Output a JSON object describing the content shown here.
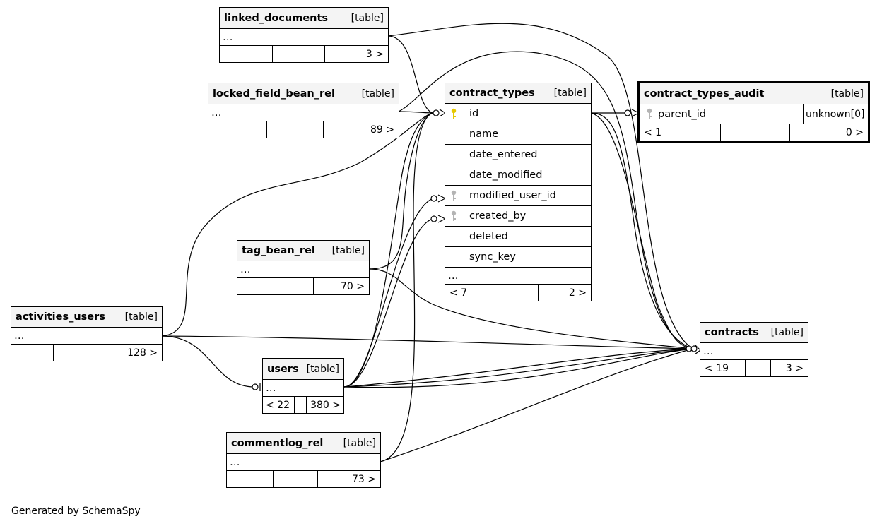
{
  "footer_note": "Generated by SchemaSpy",
  "tables": {
    "linked_documents": {
      "name": "linked_documents",
      "kind": "[table]",
      "ellipsis": "…",
      "parents": "",
      "children": "3 >"
    },
    "locked_field_bean_rel": {
      "name": "locked_field_bean_rel",
      "kind": "[table]",
      "ellipsis": "…",
      "parents": "",
      "children": "89 >"
    },
    "contract_types": {
      "name": "contract_types",
      "kind": "[table]",
      "columns": [
        "id",
        "name",
        "date_entered",
        "date_modified",
        "modified_user_id",
        "created_by",
        "deleted",
        "sync_key"
      ],
      "ellipsis": "…",
      "parents": "< 7",
      "children": "2 >"
    },
    "contract_types_audit": {
      "name": "contract_types_audit",
      "kind": "[table]",
      "column": "parent_id",
      "column_type": "unknown[0]",
      "parents": "< 1",
      "children": "0 >"
    },
    "tag_bean_rel": {
      "name": "tag_bean_rel",
      "kind": "[table]",
      "ellipsis": "…",
      "parents": "",
      "children": "70 >"
    },
    "activities_users": {
      "name": "activities_users",
      "kind": "[table]",
      "ellipsis": "…",
      "parents": "",
      "children": "128 >"
    },
    "users": {
      "name": "users",
      "kind": "[table]",
      "ellipsis": "…",
      "parents": "< 22",
      "children": "380 >"
    },
    "commentlog_rel": {
      "name": "commentlog_rel",
      "kind": "[table]",
      "ellipsis": "…",
      "parents": "",
      "children": "73 >"
    },
    "contracts": {
      "name": "contracts",
      "kind": "[table]",
      "ellipsis": "…",
      "parents": "< 19",
      "children": "3 >"
    }
  },
  "key_colors": {
    "primary": "#e6c800",
    "foreign": "#b4b4b4"
  }
}
